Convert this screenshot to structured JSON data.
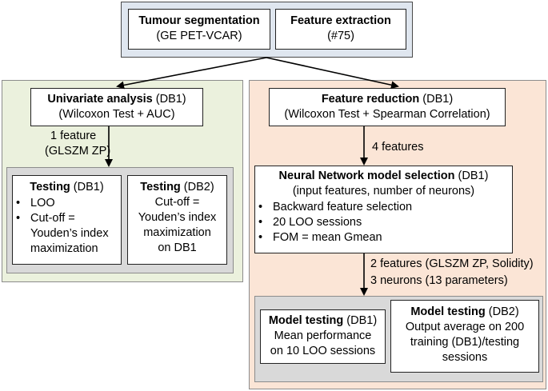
{
  "top": {
    "segmentation": {
      "title": "Tumour segmentation",
      "subtitle": "(GE PET-VCAR)"
    },
    "extraction": {
      "title": "Feature extraction",
      "subtitle": "(#75)"
    }
  },
  "left": {
    "univariate": {
      "title": "Univariate analysis",
      "db": " (DB1)",
      "subtitle": "(Wilcoxon Test + AUC)"
    },
    "arrow_label_line1": "1 feature",
    "arrow_label_line2": "(GLSZM ZP)",
    "testing_db1": {
      "title": "Testing",
      "db": " (DB1)",
      "items": [
        "LOO",
        "Cut-off =",
        "Youden’s index",
        "maximization"
      ]
    },
    "testing_db2": {
      "title": "Testing",
      "db": " (DB2)",
      "lines": [
        "Cut-off =",
        "Youden’s index",
        "maximization",
        "on DB1"
      ]
    }
  },
  "right": {
    "reduction": {
      "title": "Feature reduction",
      "db": " (DB1)",
      "subtitle": "(Wilcoxon Test + Spearman Correlation)"
    },
    "arrow_label_1": "4 features",
    "nn": {
      "title": "Neural Network model selection",
      "db": " (DB1)",
      "subtitle": "(input features, number of neurons)",
      "items": [
        "Backward feature selection",
        "20 LOO sessions",
        "FOM = mean Gmean"
      ]
    },
    "arrow_label_2a": "2 features (GLSZM ZP, Solidity)",
    "arrow_label_2b": "3 neurons (13 parameters)",
    "model_db1": {
      "title": "Model testing",
      "db": " (DB1)",
      "lines": [
        "Mean performance",
        "on 10 LOO sessions"
      ]
    },
    "model_db2": {
      "title": "Model testing",
      "db": " (DB2)",
      "lines": [
        "Output average on 200",
        "training (DB1)/testing",
        "sessions"
      ]
    }
  }
}
